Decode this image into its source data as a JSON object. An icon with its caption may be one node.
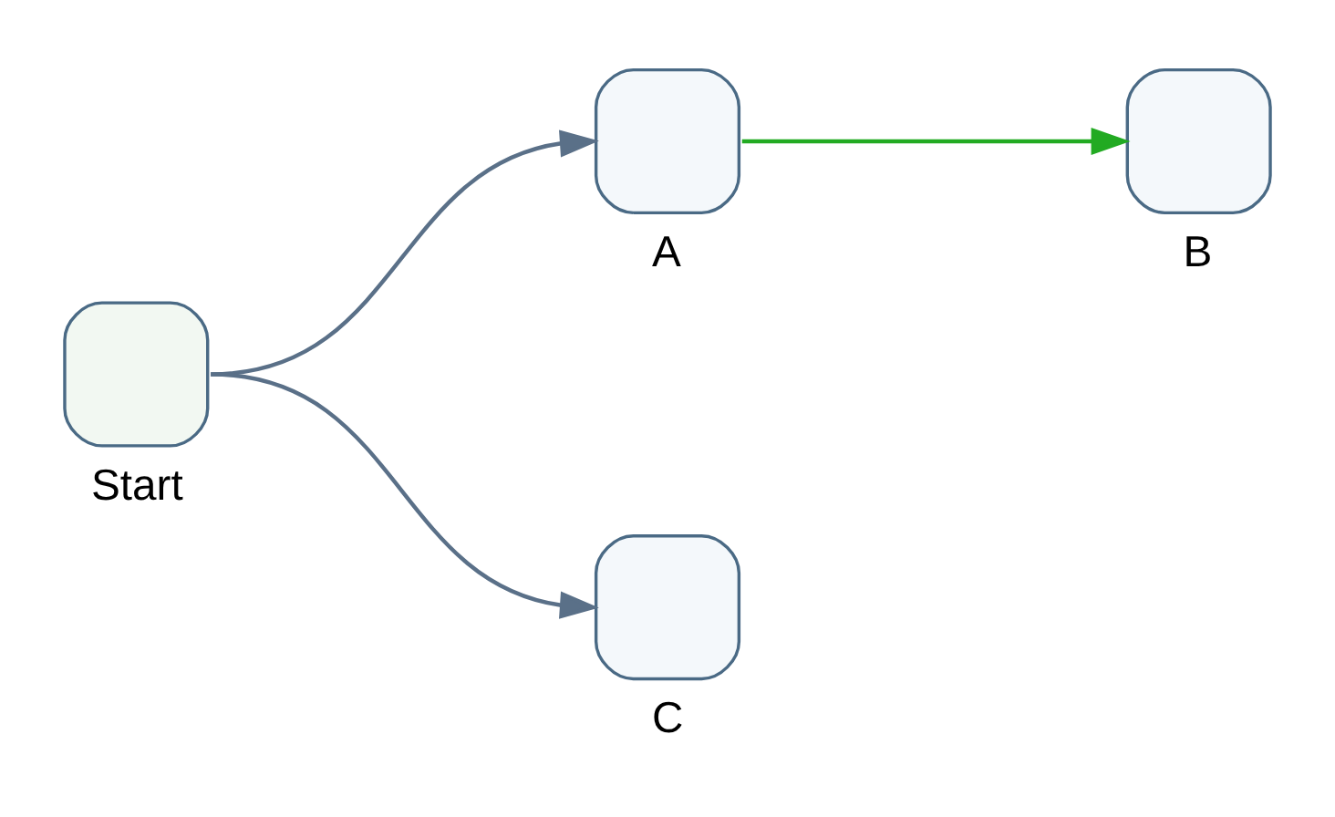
{
  "diagram": {
    "nodes": [
      {
        "text": [
          "Start"
        ]
      },
      {
        "text": [
          "A"
        ]
      },
      {
        "text": [
          "B"
        ]
      },
      {
        "text": [
          "C"
        ]
      }
    ],
    "edges": [
      {
        "from": 0,
        "to": 1,
        "arrow": "to"
      },
      {
        "from": 0,
        "to": 3,
        "arrow": "to"
      },
      {
        "from": 1,
        "to": 2,
        "arrow": "to",
        "color": "#22aa22"
      }
    ]
  }
}
